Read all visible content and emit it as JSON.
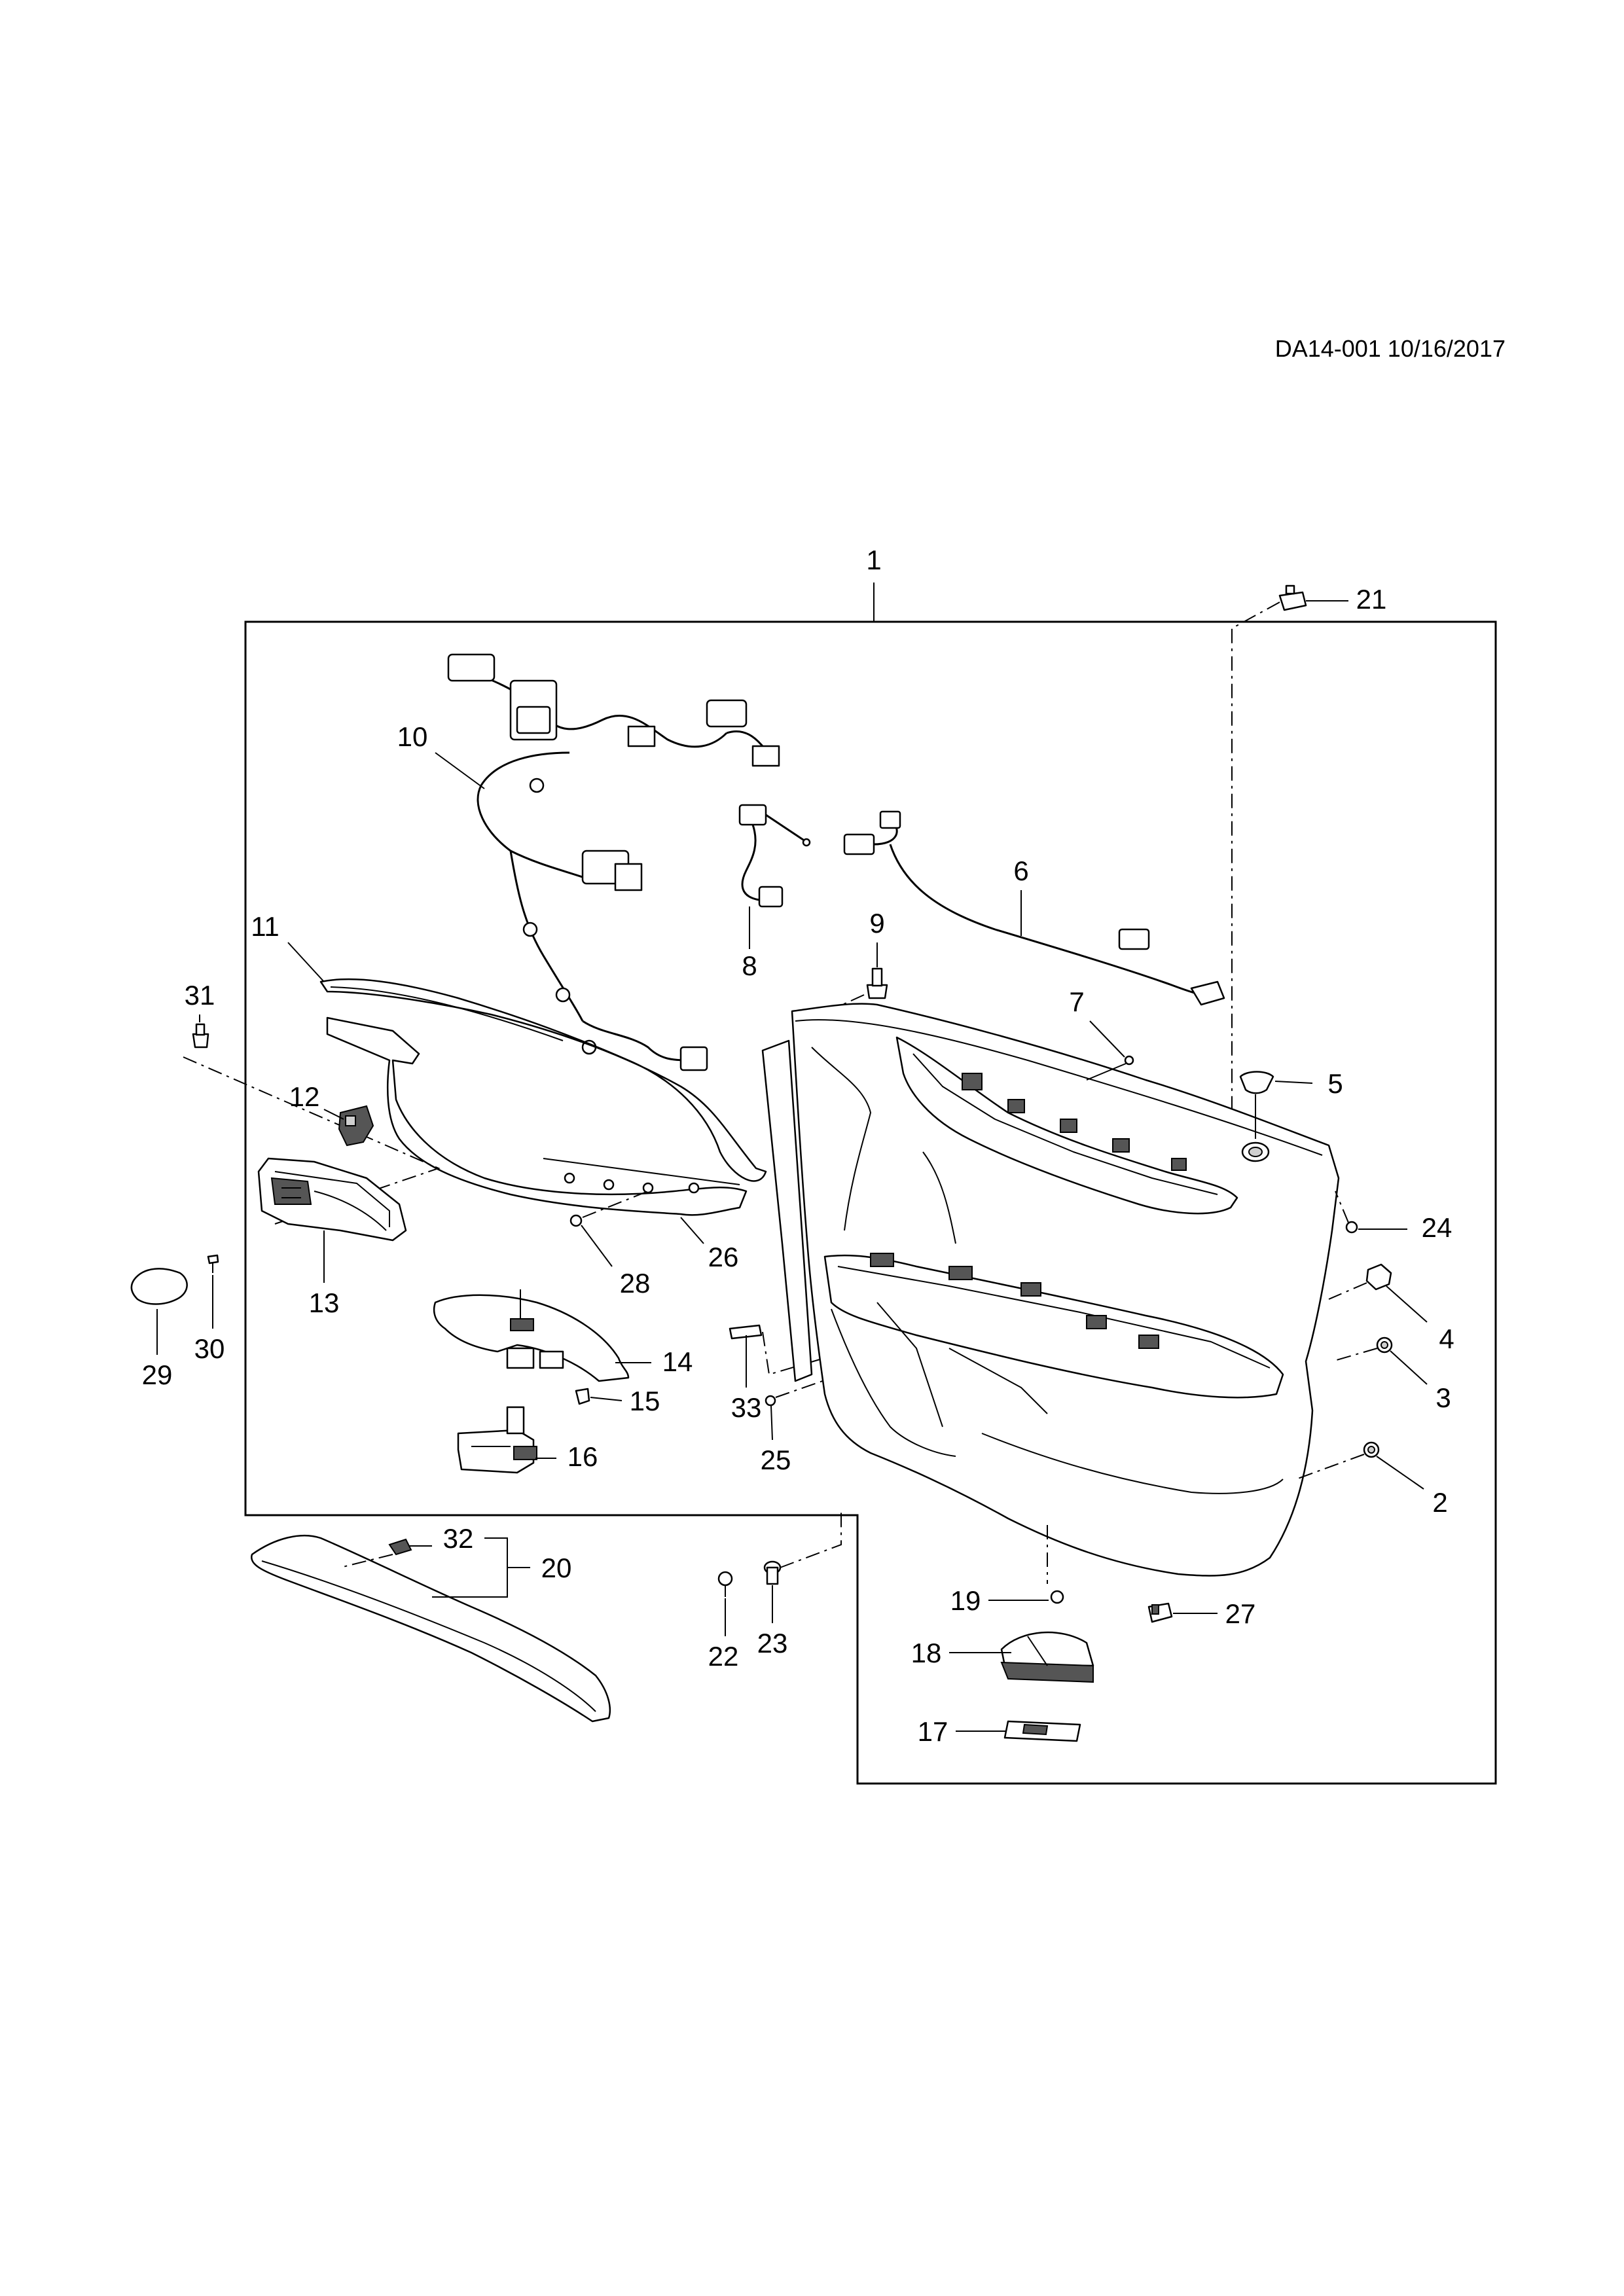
{
  "document": {
    "reference": "DA14-001 10/16/2017"
  },
  "callouts": [
    {
      "id": "1",
      "label": "1"
    },
    {
      "id": "2",
      "label": "2"
    },
    {
      "id": "3",
      "label": "3"
    },
    {
      "id": "4",
      "label": "4"
    },
    {
      "id": "5",
      "label": "5"
    },
    {
      "id": "6",
      "label": "6"
    },
    {
      "id": "7",
      "label": "7"
    },
    {
      "id": "8",
      "label": "8"
    },
    {
      "id": "9",
      "label": "9"
    },
    {
      "id": "10",
      "label": "10"
    },
    {
      "id": "11",
      "label": "11"
    },
    {
      "id": "12",
      "label": "12"
    },
    {
      "id": "13",
      "label": "13"
    },
    {
      "id": "14",
      "label": "14"
    },
    {
      "id": "15",
      "label": "15"
    },
    {
      "id": "16",
      "label": "16"
    },
    {
      "id": "17",
      "label": "17"
    },
    {
      "id": "18",
      "label": "18"
    },
    {
      "id": "19",
      "label": "19"
    },
    {
      "id": "20",
      "label": "20"
    },
    {
      "id": "21",
      "label": "21"
    },
    {
      "id": "22",
      "label": "22"
    },
    {
      "id": "23",
      "label": "23"
    },
    {
      "id": "24",
      "label": "24"
    },
    {
      "id": "25",
      "label": "25"
    },
    {
      "id": "26",
      "label": "26"
    },
    {
      "id": "27",
      "label": "27"
    },
    {
      "id": "28",
      "label": "28"
    },
    {
      "id": "29",
      "label": "29"
    },
    {
      "id": "30",
      "label": "30"
    },
    {
      "id": "31",
      "label": "31"
    },
    {
      "id": "32",
      "label": "32"
    },
    {
      "id": "33",
      "label": "33"
    }
  ]
}
